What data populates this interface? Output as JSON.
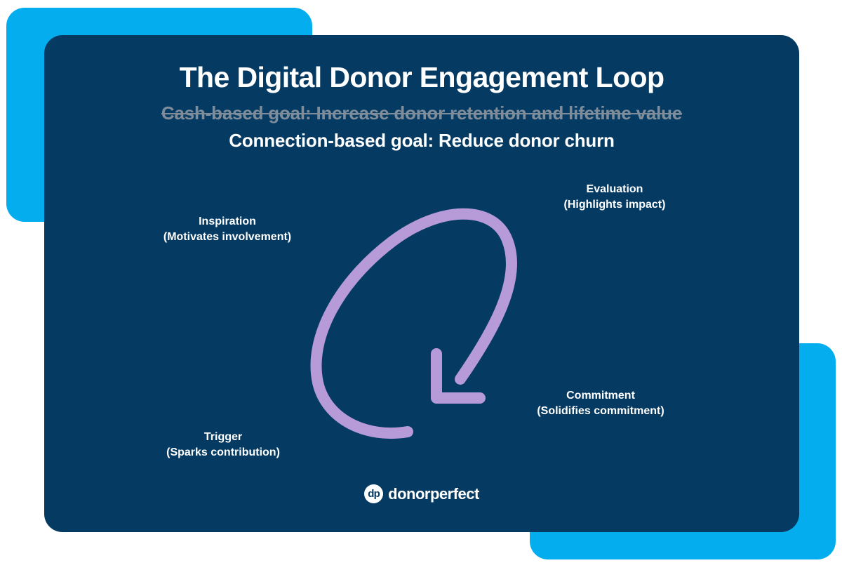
{
  "colors": {
    "background": "#FFFFFF",
    "card_navy": "#053B63",
    "accent_cyan": "#03ADEE",
    "arrow_purple": "#B79AD8",
    "struck_text_gray": "#7F8D9B",
    "text_white": "#FFFFFF"
  },
  "header": {
    "title": "The Digital Donor Engagement Loop",
    "goal_struck": "Cash-based goal: Increase donor retention and lifetime value",
    "goal_active": "Connection-based goal: Reduce donor churn"
  },
  "stages": [
    {
      "name": "Inspiration",
      "description": "(Motivates involvement)"
    },
    {
      "name": "Evaluation",
      "description": "(Highlights impact)"
    },
    {
      "name": "Commitment",
      "description": "(Solidifies commitment)"
    },
    {
      "name": "Trigger",
      "description": "(Sparks contribution)"
    }
  ],
  "diagram": {
    "arrow_icon": "clockwise-loop-arrow-icon",
    "arrow_direction": "down-left"
  },
  "brand": {
    "mark_text": "dp",
    "name": "donorperfect"
  }
}
